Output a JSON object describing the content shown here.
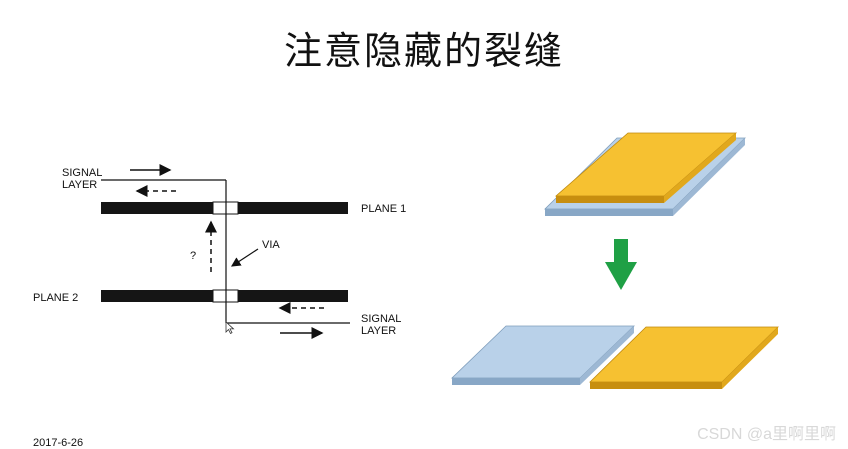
{
  "slide": {
    "title": "注意隐藏的裂缝",
    "date": "2017-6-26",
    "watermark": "CSDN @a里啊里啊"
  },
  "diagram": {
    "signal_layer_top": [
      "SIGNAL",
      "LAYER"
    ],
    "signal_layer_bottom": [
      "SIGNAL",
      "LAYER"
    ],
    "plane1": "PLANE 1",
    "plane2": "PLANE 2",
    "via": "VIA",
    "question": "?"
  },
  "colors": {
    "plane_bar": "#151515",
    "gold_top": "#f6c131",
    "gold_right": "#e1a81c",
    "gold_front": "#c78e0f",
    "blue_top": "#b9d1e9",
    "blue_right": "#9db8d4",
    "blue_front": "#88a7c6",
    "arrow_green": "#1fa045"
  }
}
